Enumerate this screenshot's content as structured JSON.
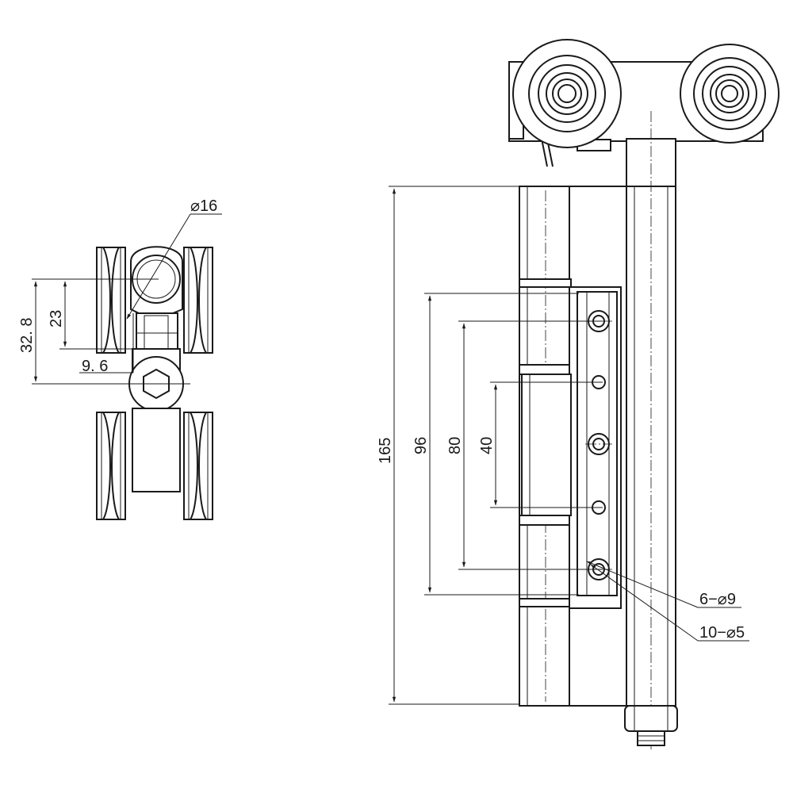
{
  "dimensions": {
    "side_diameter": "⌀16",
    "side_height_32_8": "32. 8",
    "side_height_23": "23",
    "side_offset": "9. 6",
    "front_height_165": "165",
    "front_height_96": "96",
    "front_height_80": "80",
    "front_height_40": "40",
    "holes_large": "6−⌀9",
    "holes_small": "10−⌀5"
  },
  "colors": {
    "line": "#1a1a1a",
    "background": "#ffffff"
  }
}
